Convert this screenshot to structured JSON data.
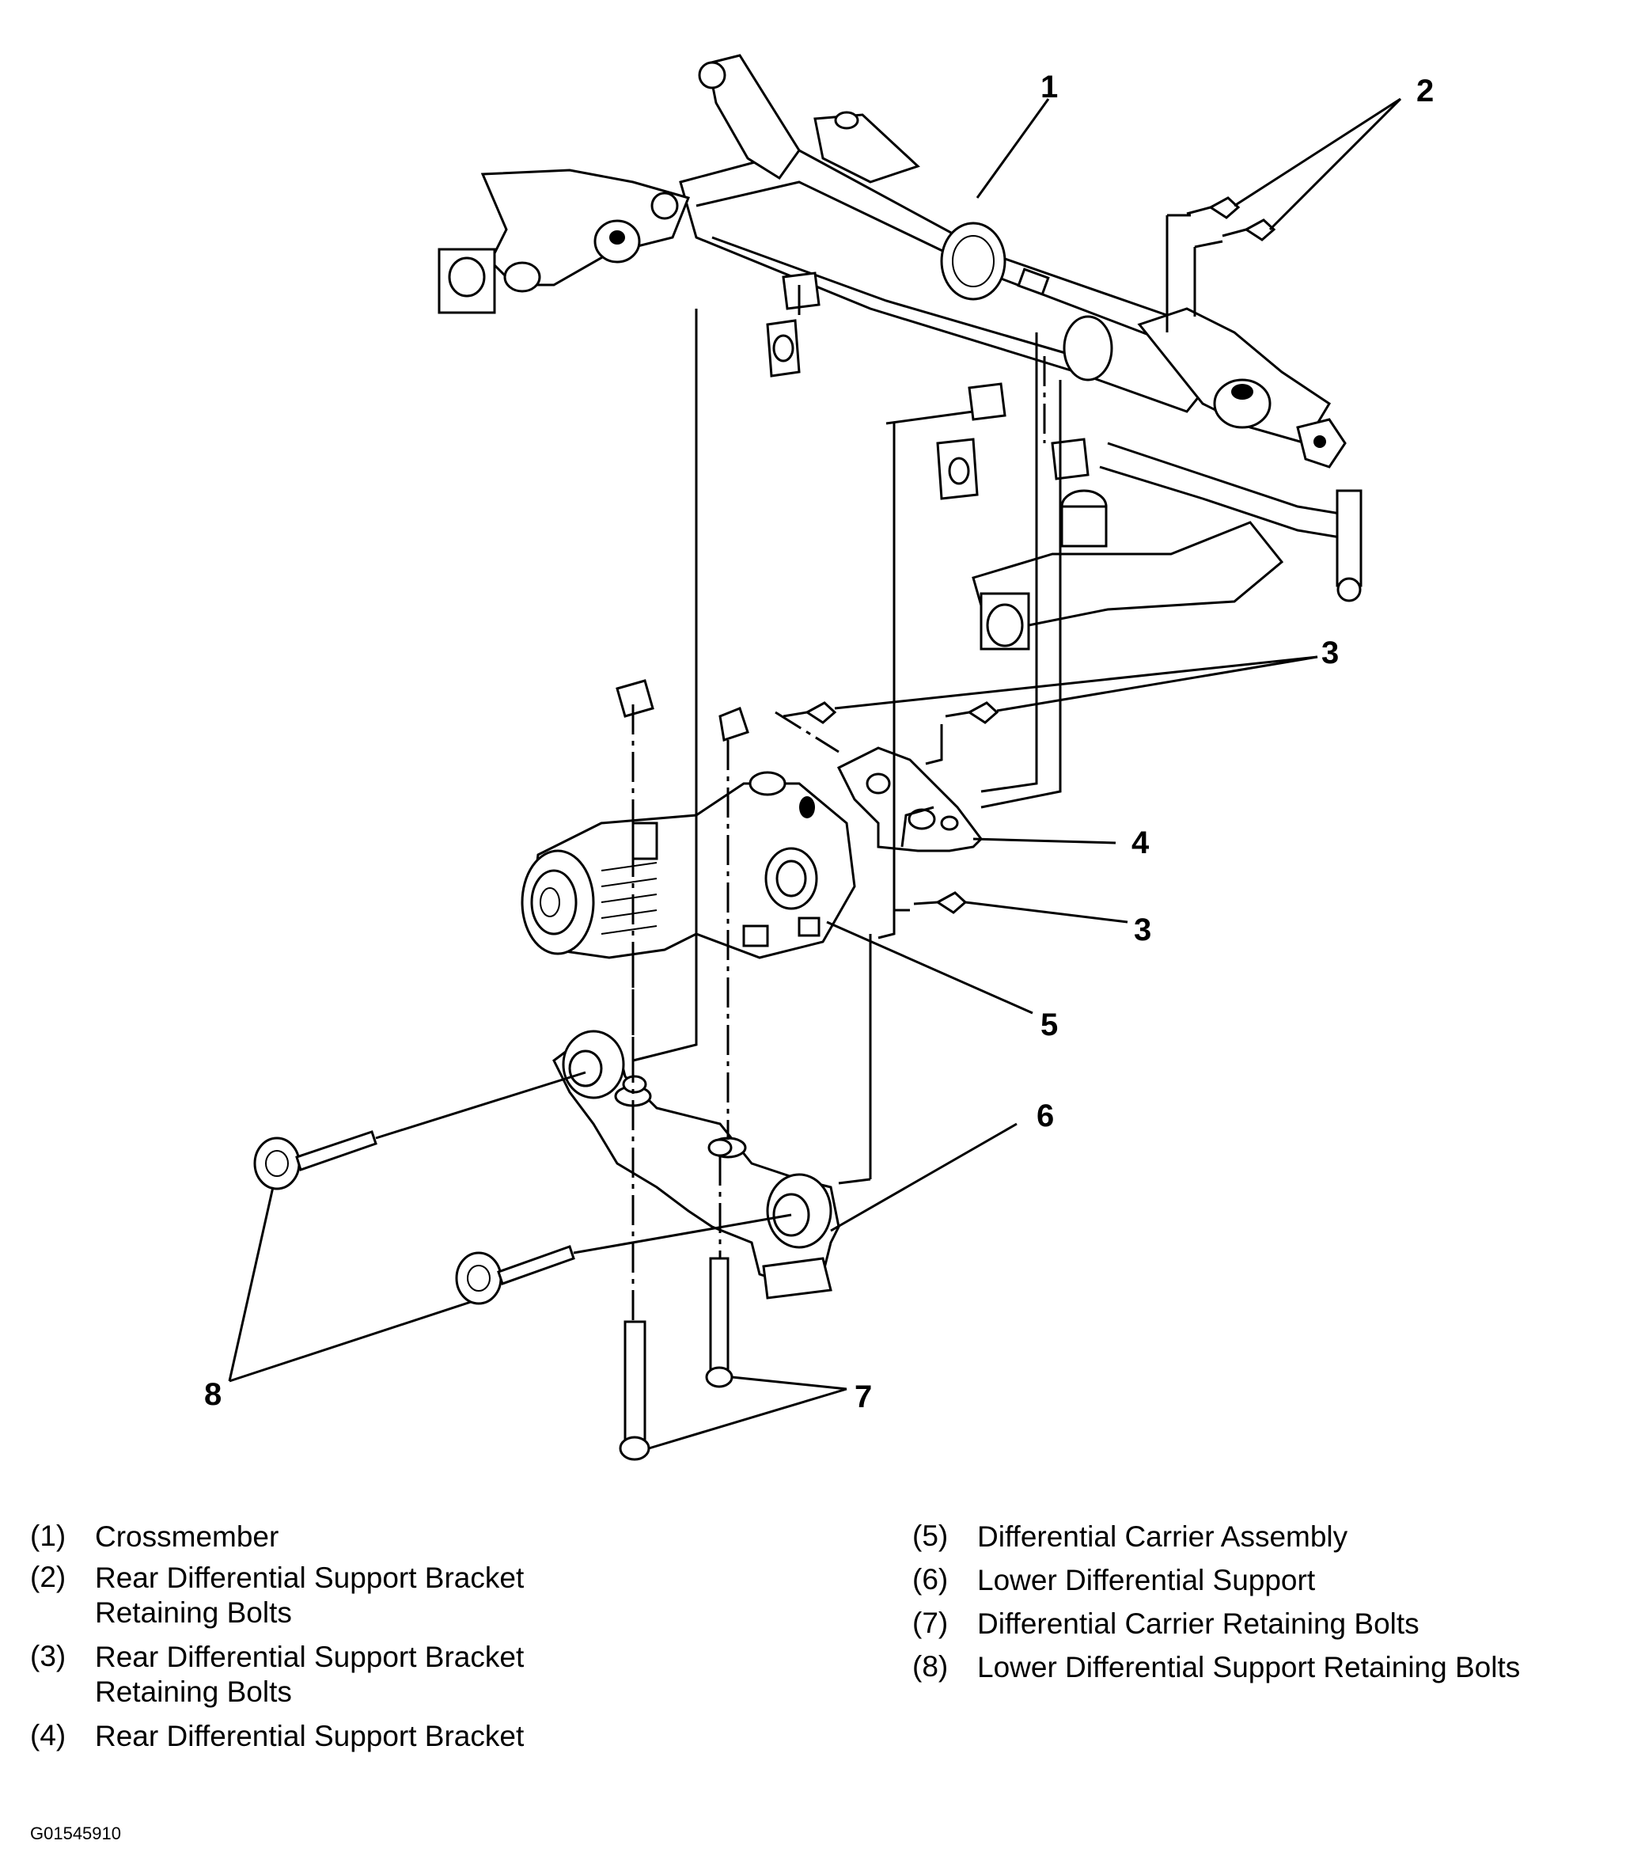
{
  "callouts": {
    "c1": "1",
    "c2": "2",
    "c3a": "3",
    "c3b": "3",
    "c4": "4",
    "c5": "5",
    "c6": "6",
    "c7": "7",
    "c8": "8"
  },
  "legend": [
    {
      "num": "(1)",
      "text": "Crossmember"
    },
    {
      "num": "(2)",
      "text": "Rear Differential Support Bracket Retaining Bolts"
    },
    {
      "num": "(3)",
      "text": "Rear Differential Support Bracket Retaining Bolts"
    },
    {
      "num": "(4)",
      "text": "Rear Differential Support Bracket"
    },
    {
      "num": "(5)",
      "text": "Differential Carrier Assembly"
    },
    {
      "num": "(6)",
      "text": "Lower Differential Support"
    },
    {
      "num": "(7)",
      "text": "Differential Carrier Retaining Bolts"
    },
    {
      "num": "(8)",
      "text": "Lower Differential Support Retaining Bolts"
    }
  ],
  "figure_code": "G01545910"
}
